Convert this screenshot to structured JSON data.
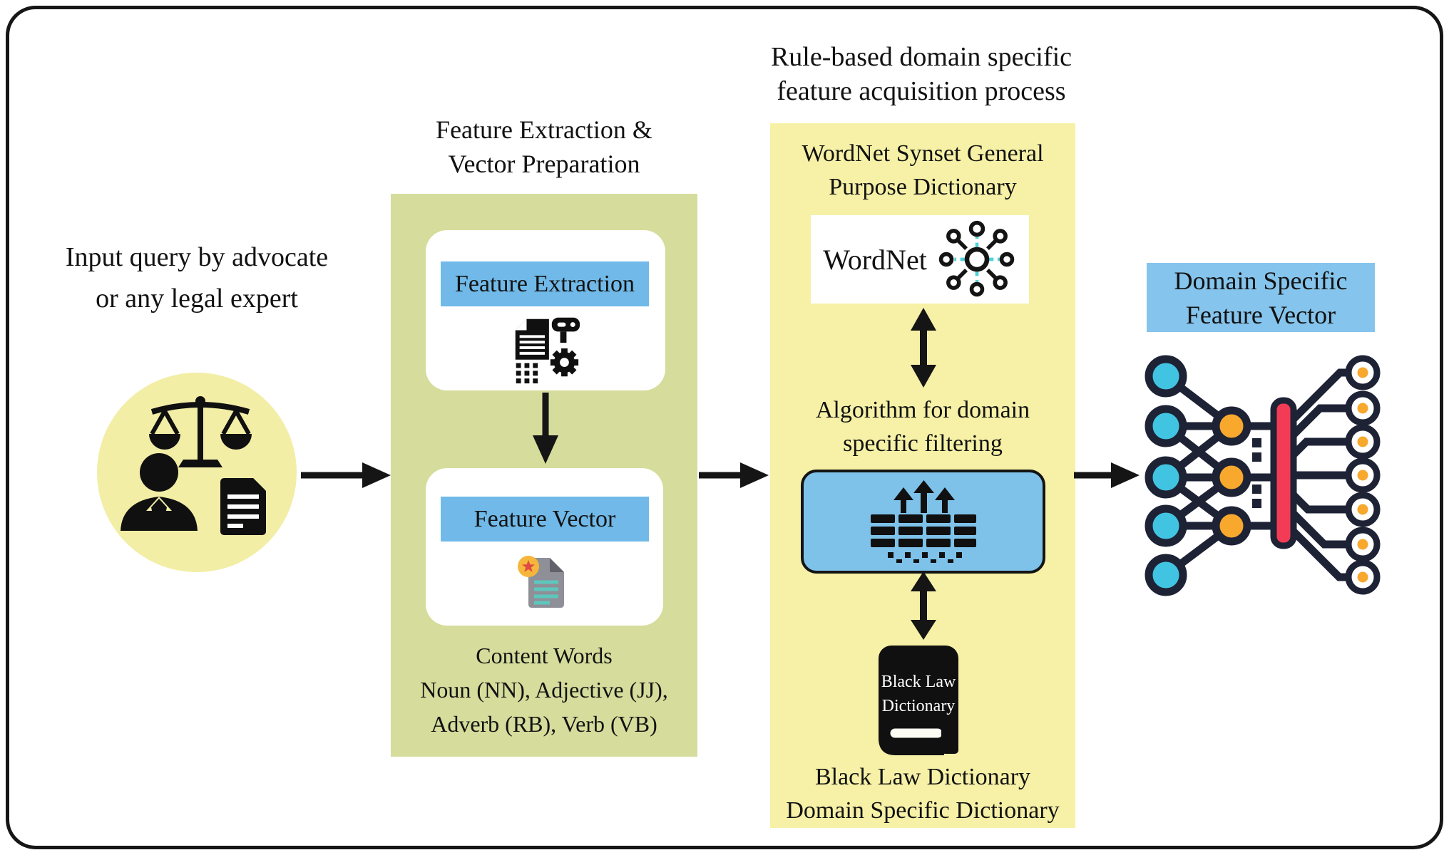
{
  "titles": {
    "acquisition": [
      "Rule-based domain specific",
      "feature acquisition process"
    ],
    "extraction": [
      "Feature Extraction &",
      "Vector Preparation"
    ],
    "input": [
      "Input query by advocate",
      "or any legal expert"
    ]
  },
  "green_panel": {
    "feature_extraction_label": "Feature Extraction",
    "feature_vector_label": "Feature Vector",
    "content_words": [
      "Content Words",
      "Noun (NN), Adjective (JJ),",
      "Adverb (RB), Verb (VB)"
    ]
  },
  "yellow_panel": {
    "wordnet_heading": [
      "WordNet Synset General",
      "Purpose Dictionary"
    ],
    "wordnet_label": "WordNet",
    "algorithm_heading": [
      "Algorithm for domain",
      "specific filtering"
    ],
    "book_text": [
      "Black Law",
      "Dictionary"
    ],
    "dictionary_heading": [
      "Black Law Dictionary",
      "Domain Specific Dictionary"
    ]
  },
  "output": {
    "label": [
      "Domain Specific",
      "Feature Vector"
    ]
  },
  "icons": {
    "lawyer": "lawyer-with-scales-and-document-icon",
    "extraction": "document-processing-gear-icon",
    "vector": "document-star-badge-icon",
    "wordnet": "hub-and-spoke-network-icon",
    "filter": "data-filtering-bars-icon",
    "book": "black-law-dictionary-book-icon",
    "network": "neural-network-circuit-icon"
  },
  "colors": {
    "panel_green": "#d6dc9b",
    "panel_yellow": "#f6f1a6",
    "circle_yellow": "#f3eea6",
    "header_blue": "#70b9e8",
    "algo_blue": "#7ec2ea",
    "output_blue": "#85c4ec",
    "node_teal": "#41c4e2",
    "node_orange": "#f7a82d",
    "bar_red": "#f43b55",
    "outline_navy": "#1e2235",
    "line_black": "#151515"
  }
}
